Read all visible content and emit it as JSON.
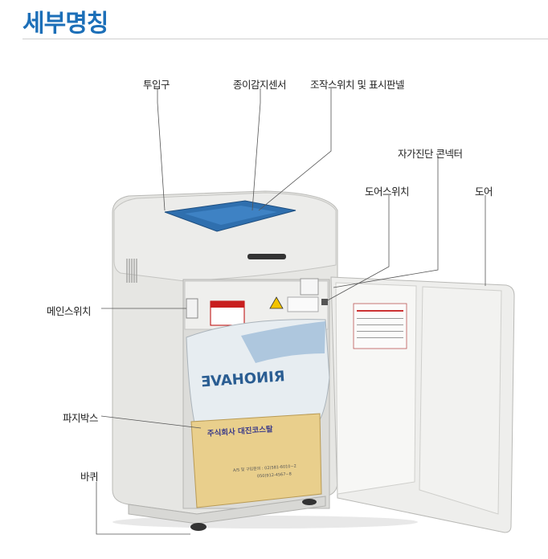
{
  "page": {
    "title": "세부명칭"
  },
  "labels": {
    "inlet": "투입구",
    "paper_sensor": "종이감지센서",
    "control_panel": "조작스위치 및 표시판넬",
    "self_diag_connector": "자가진단 콘넥터",
    "door_switch": "도어스위치",
    "door": "도어",
    "main_switch": "메인스위치",
    "shred_box": "파지박스",
    "wheel": "바퀴"
  },
  "product_print": {
    "box_company": "주식회사 대진코스탈",
    "box_as_line1": "A/S 및 구입문의 : 02)581-6010~2",
    "box_as_line2": "050)912-4567~8",
    "bag_text": "ƎVAHOИIЯ"
  },
  "colors": {
    "title": "#1c6fb8",
    "body_gray": "#e6e6e3",
    "inlet_blue": "#2f6fae",
    "box_tan": "#e9cf8c"
  }
}
